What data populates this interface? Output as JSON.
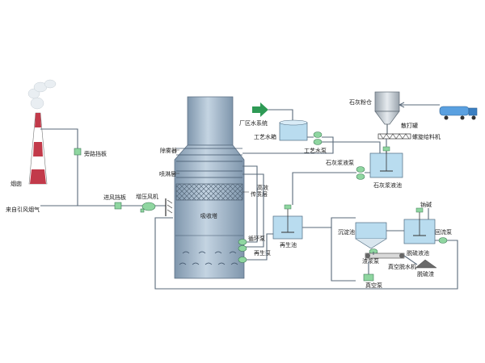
{
  "labels": {
    "chimney": "烟囱",
    "flue_gas": "来自引风烟气",
    "bypass_damper": "旁路挡板",
    "inlet_damper": "进风挡板",
    "booster_fan": "增压风机",
    "demister": "除雾器",
    "spray_layer": "喷淋层",
    "high_eff_layer_1": "高效",
    "high_eff_layer_2": "传质层",
    "absorber": "吸收塔",
    "circ_pump": "循环泵",
    "regen_pump": "再生泵",
    "regen_tank": "再生池",
    "plant_water": "厂区水系统",
    "process_water_tank": "工艺水箱",
    "process_water_pump": "工艺水泵",
    "lime_silo": "石灰粉仓",
    "tanker": "散打罐",
    "screw_feeder": "螺旋给料机",
    "lime_slurry_pump": "石灰浆液泵",
    "lime_slurry_tank": "石灰浆液池",
    "settling_tank": "沉淀池",
    "caustic": "钠碱",
    "return_pump": "回流泵",
    "slurry_pump": "渣浆泵",
    "desulf_tank": "脱硫液池",
    "vacuum_filter": "真空脱水机",
    "vacuum_pump": "真空泵",
    "gypsum": "脱硫渣"
  },
  "colors": {
    "chimney_red": "#c23a4a",
    "chimney_white": "#ffffff",
    "tower": "#9ab0c4",
    "pipe": "#5a6a7a",
    "pump": "#8fd6a0",
    "tank_water": "#b9dcef",
    "arrow_green": "#2e9a55"
  }
}
